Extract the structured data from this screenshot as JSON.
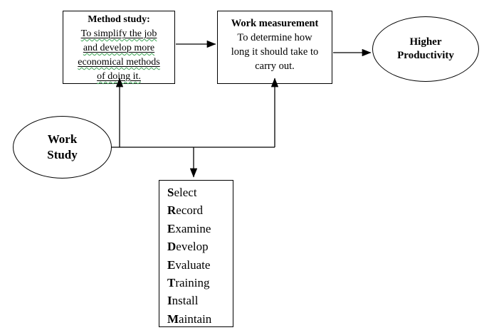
{
  "colors": {
    "line": "#000000",
    "box_border": "#000000",
    "wavy_underline": "#3aa655",
    "background": "#ffffff"
  },
  "method_box": {
    "title": "Method study:",
    "lines": [
      "To simplify the job",
      "and develop more",
      "economical methods",
      "of doing it."
    ]
  },
  "measurement_box": {
    "title": "Work measurement",
    "lines": [
      "To determine how",
      "long it should take to",
      "carry out."
    ]
  },
  "work_study_ellipse": {
    "lines": [
      "Work",
      "Study"
    ]
  },
  "higher_productivity_ellipse": {
    "lines": [
      "Higher",
      "Productivity"
    ]
  },
  "steps_box": {
    "items": [
      {
        "first": "S",
        "rest": "elect"
      },
      {
        "first": "R",
        "rest": "ecord"
      },
      {
        "first": "E",
        "rest": "xamine"
      },
      {
        "first": "D",
        "rest": "evelop"
      },
      {
        "first": "E",
        "rest": "valuate"
      },
      {
        "first": "T",
        "rest": "raining"
      },
      {
        "first": "I",
        "rest": "nstall"
      },
      {
        "first": "M",
        "rest": "aintain"
      }
    ]
  }
}
